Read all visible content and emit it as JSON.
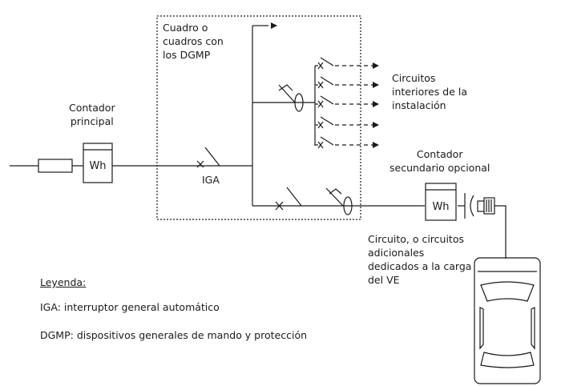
{
  "labels": {
    "cuadro": "Cuadro o\ncuadros con\nlos DGMP",
    "circuitos_interiores": "Circuitos\ninteriores de la\ninstalación",
    "contador_principal": "Contador\nprincipal",
    "contador_secundario": "Contador\nsecundario opcional",
    "iga": "IGA",
    "circuito_ve": "Circuito, o circuitos\nadicionales\ndedicados a la carga\ndel VE",
    "meter_main": "Wh",
    "meter_secondary": "Wh"
  },
  "legend": {
    "title": "Leyenda:",
    "iga_def": "IGA: interruptor general automático",
    "dgmp_def": "DGMP: dispositivos generales de mando y protección"
  },
  "colors": {
    "line": "#1a1a1a",
    "background": "#ffffff"
  }
}
